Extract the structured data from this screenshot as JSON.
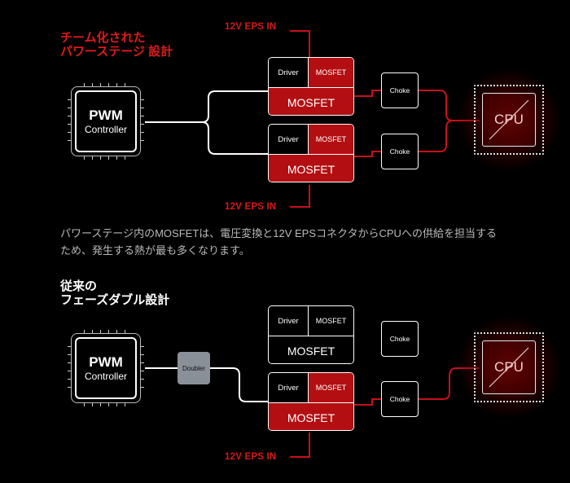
{
  "section1": {
    "title_line1": "チーム化された",
    "title_line2": "パワーステージ 設計"
  },
  "section2": {
    "title_line1": "従来の",
    "title_line2": "フェーズダブル設計"
  },
  "labels": {
    "eps_in": "12V EPS IN",
    "pwm_big": "PWM",
    "pwm_small": "Controller",
    "driver": "Driver",
    "mosfet_small": "MOSFET",
    "mosfet_big": "MOSFET",
    "choke": "Choke",
    "cpu": "CPU",
    "doubler": "Doubler"
  },
  "description": {
    "line1": "パワーステージ内のMOSFETは、電圧変換と12V EPSコネクタからCPUへの供給を担当する",
    "line2": "ため、発生する熱が最も多くなります。"
  },
  "colors": {
    "accent_red": "#e01a1a",
    "mosfet_red": "#b30f12",
    "doubler_gray": "#8a9098"
  }
}
